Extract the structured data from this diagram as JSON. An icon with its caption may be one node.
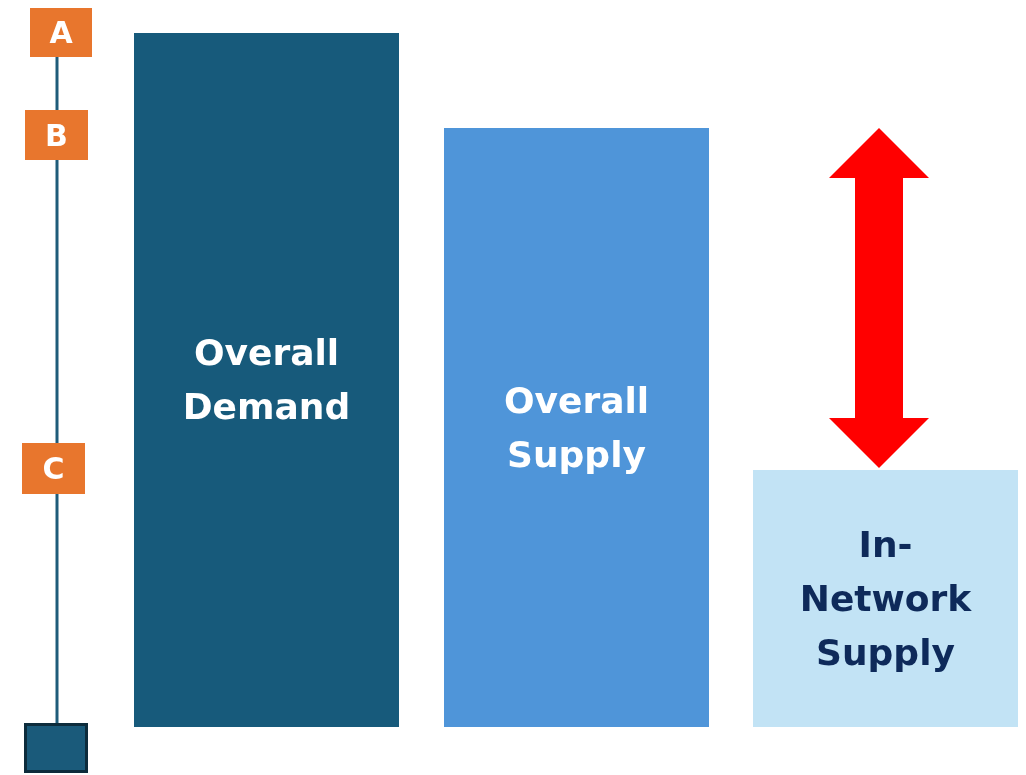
{
  "diagram": {
    "nodes": [
      {
        "text": [
          "A"
        ]
      },
      {
        "text": [
          "B"
        ]
      },
      {
        "text": [
          "C"
        ]
      },
      {
        "text": [],
        "shape": "box"
      },
      {
        "text": [
          "Overall Demand"
        ]
      },
      {
        "text": [
          "Overall Supply"
        ]
      },
      {
        "text": [
          "In-Network Supply"
        ]
      }
    ],
    "edges": [
      {
        "from": 0,
        "to": 1,
        "arrow": "none"
      },
      {
        "from": 1,
        "to": 2,
        "arrow": "none"
      },
      {
        "from": 2,
        "to": 3,
        "arrow": "none"
      }
    ]
  }
}
